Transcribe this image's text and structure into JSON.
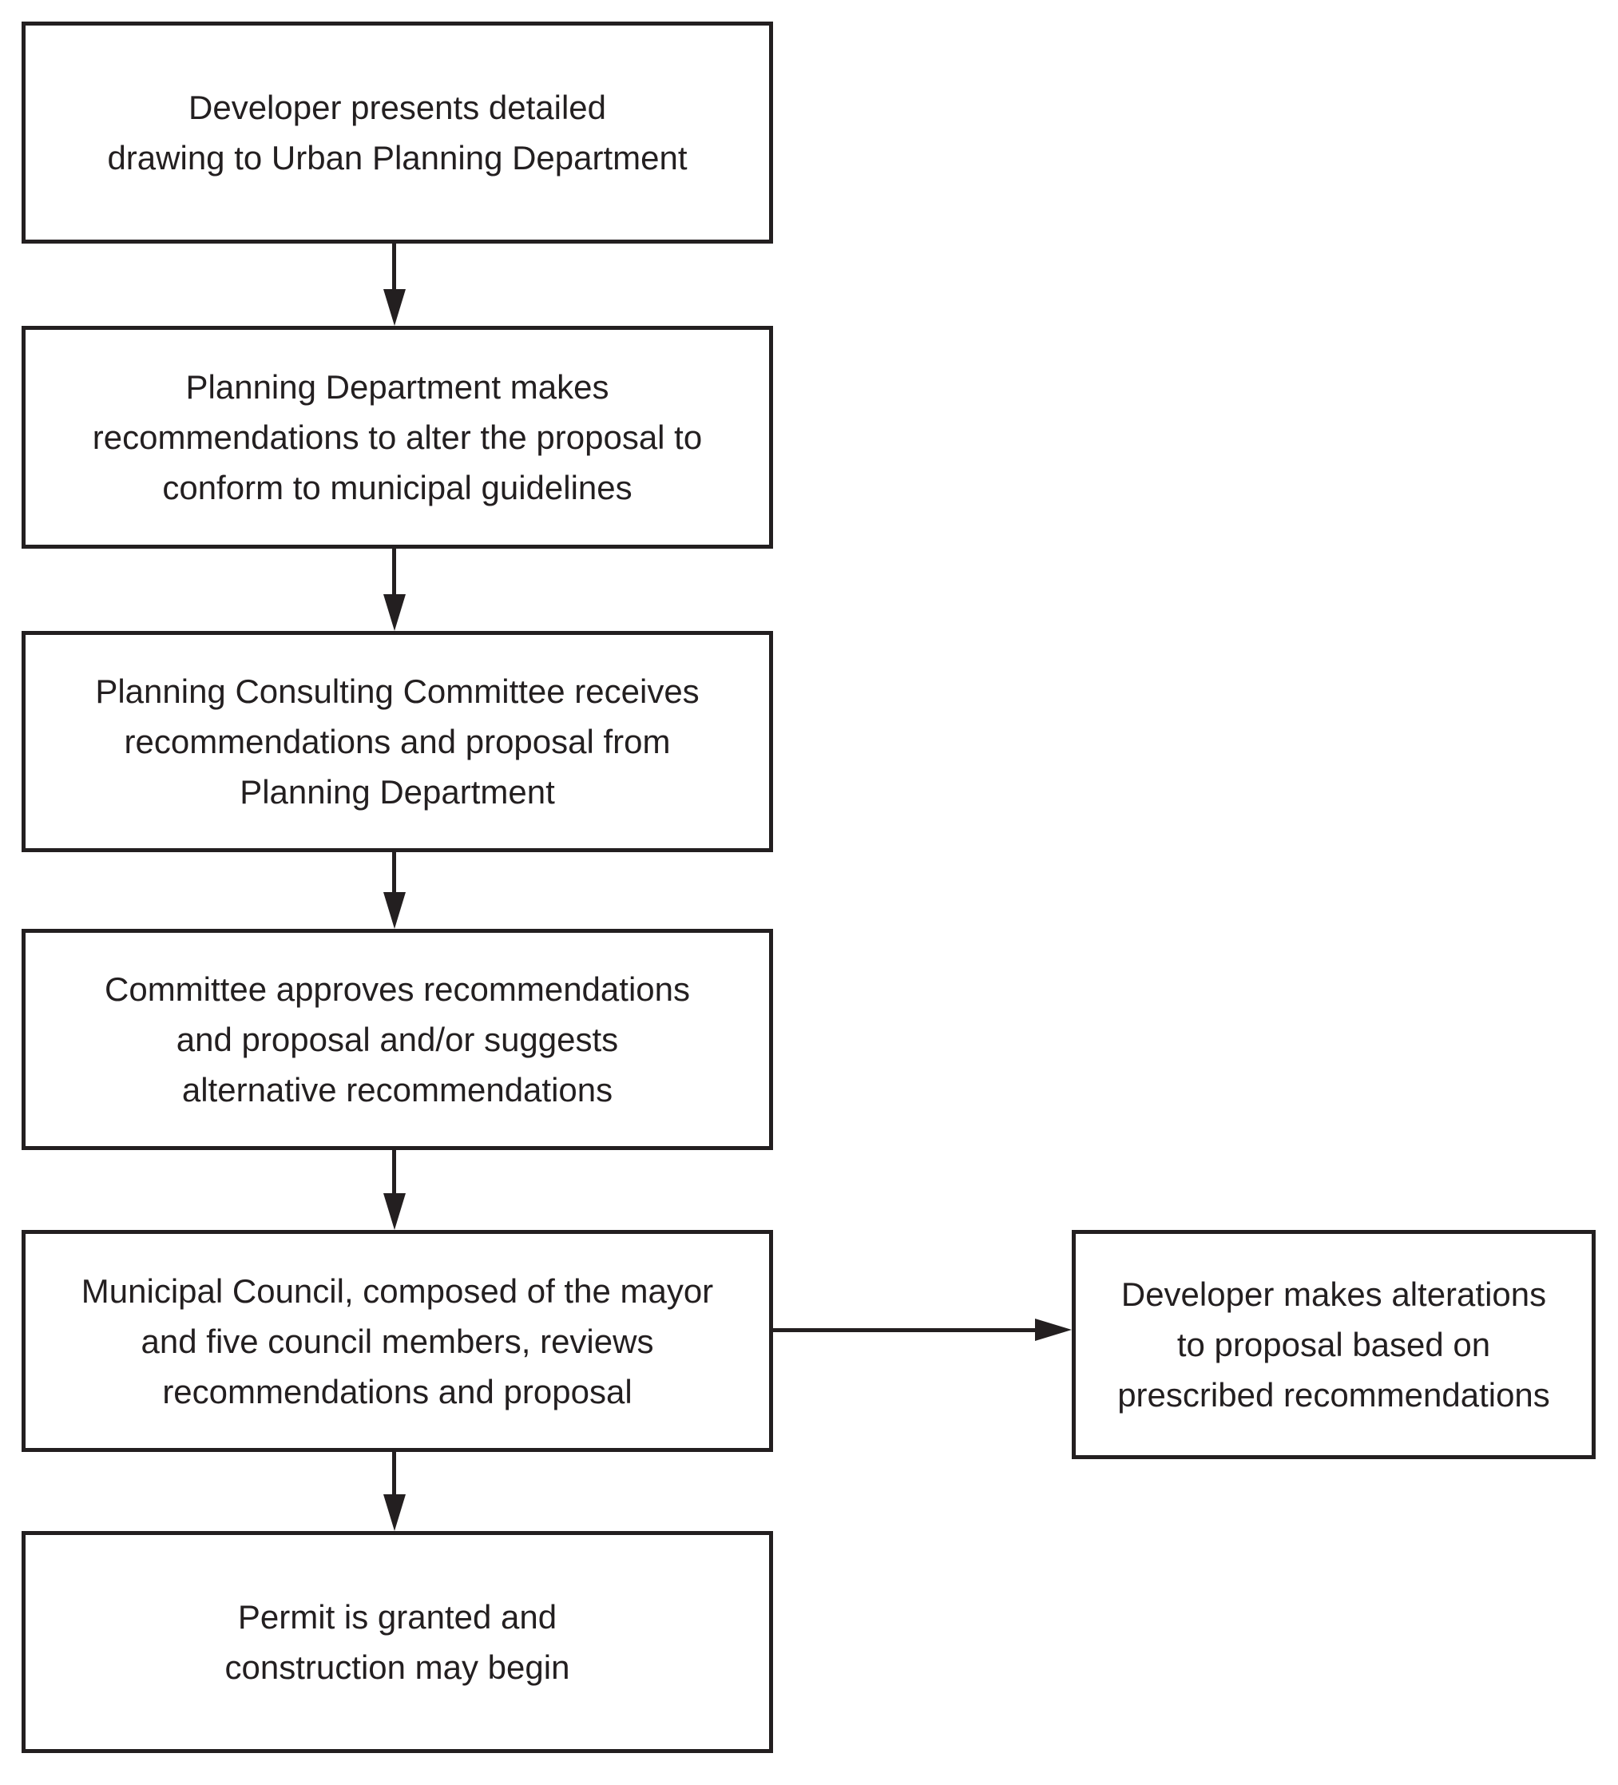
{
  "diagram": {
    "type": "flowchart",
    "nodes": [
      {
        "id": "present-drawing",
        "lines": [
          "Developer presents detailed",
          "drawing to Urban Planning Department"
        ]
      },
      {
        "id": "department-recommendations",
        "lines": [
          "Planning Department makes",
          "recommendations to alter the proposal to",
          "conform to municipal guidelines"
        ]
      },
      {
        "id": "committee-receives",
        "lines": [
          "Planning Consulting Committee receives",
          "recommendations and proposal from",
          "Planning Department"
        ]
      },
      {
        "id": "committee-approves",
        "lines": [
          "Committee approves recommendations",
          "and proposal and/or suggests",
          "alternative recommendations"
        ]
      },
      {
        "id": "council-reviews",
        "lines": [
          "Municipal Council, composed of the mayor",
          "and five council members, reviews",
          "recommendations and proposal"
        ]
      },
      {
        "id": "developer-alterations",
        "lines": [
          "Developer makes alterations",
          "to proposal based on",
          "prescribed recommendations"
        ]
      },
      {
        "id": "permit-granted",
        "lines": [
          "Permit is granted and",
          "construction may begin"
        ]
      }
    ],
    "edges": [
      {
        "from": "present-drawing",
        "to": "department-recommendations",
        "direction": "down"
      },
      {
        "from": "department-recommendations",
        "to": "committee-receives",
        "direction": "down"
      },
      {
        "from": "committee-receives",
        "to": "committee-approves",
        "direction": "down"
      },
      {
        "from": "committee-approves",
        "to": "council-reviews",
        "direction": "down"
      },
      {
        "from": "council-reviews",
        "to": "permit-granted",
        "direction": "down"
      },
      {
        "from": "council-reviews",
        "to": "developer-alterations",
        "direction": "right"
      }
    ],
    "colors": {
      "background": "#ffffff",
      "line": "#231f20",
      "text": "#231f20"
    }
  }
}
